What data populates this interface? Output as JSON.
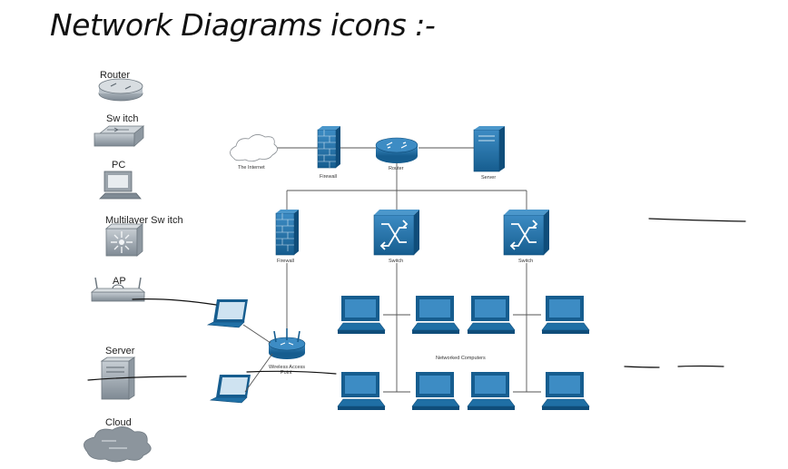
{
  "title": "Network Diagrams icons :-",
  "legend": {
    "router": "Router",
    "switch": "Sw itch",
    "pc": "PC",
    "multilayer_switch": "Multilayer Sw itch",
    "ap": "AP",
    "server": "Server",
    "cloud": "Cloud"
  },
  "diagram": {
    "internet": "The Internet",
    "firewall_top": "Firewall",
    "router": "Router",
    "server": "Server",
    "firewall_left": "Firewall",
    "switch_1": "Switch",
    "switch_2": "Switch",
    "wap_line1": "Wireless Access",
    "wap_line2": "Point",
    "networked_computers": "Networked Computers"
  },
  "colors": {
    "device_blue": "#1f6fa5",
    "device_dark": "#0f4d7a",
    "gray_icon": "#9aa3ab",
    "line": "#555555"
  }
}
